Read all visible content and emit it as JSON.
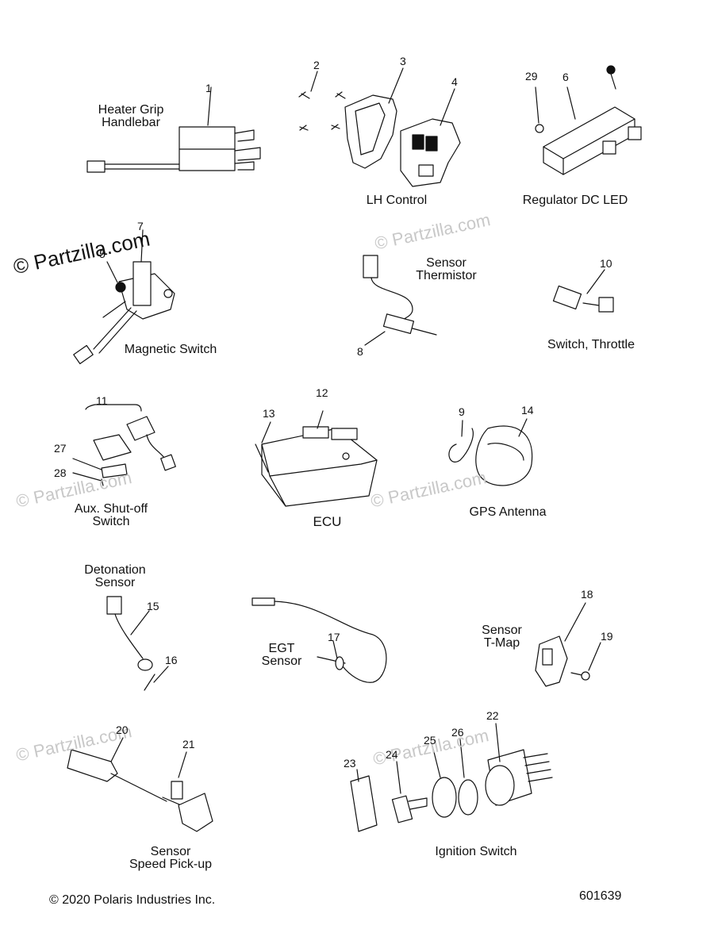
{
  "watermark": "© Partzilla.com",
  "footer": {
    "copyright": "© 2020 Polaris Industries Inc.",
    "diagram_number": "601639"
  },
  "group_labels": {
    "heater_grip": [
      "Heater Grip",
      "Handlebar"
    ],
    "lh_control": "LH Control",
    "regulator": "Regulator DC LED",
    "magnetic_switch": "Magnetic Switch",
    "sensor_thermistor": [
      "Sensor",
      "Thermistor"
    ],
    "switch_throttle": "Switch, Throttle",
    "aux_shutoff": [
      "Aux. Shut-off",
      "Switch"
    ],
    "ecu": "ECU",
    "gps_antenna": "GPS Antenna",
    "detonation_sensor": [
      "Detonation",
      "Sensor"
    ],
    "egt_sensor": [
      "EGT",
      "Sensor"
    ],
    "sensor_tmap": [
      "Sensor",
      "T-Map"
    ],
    "speed_pickup": [
      "Sensor",
      "Speed Pick-up"
    ],
    "ignition_switch": "Ignition Switch"
  },
  "callouts": [
    "1",
    "2",
    "3",
    "4",
    "5",
    "6",
    "7",
    "8",
    "9",
    "10",
    "11",
    "12",
    "13",
    "14",
    "15",
    "16",
    "17",
    "18",
    "19",
    "20",
    "21",
    "22",
    "23",
    "24",
    "25",
    "26",
    "27",
    "28",
    "29"
  ]
}
